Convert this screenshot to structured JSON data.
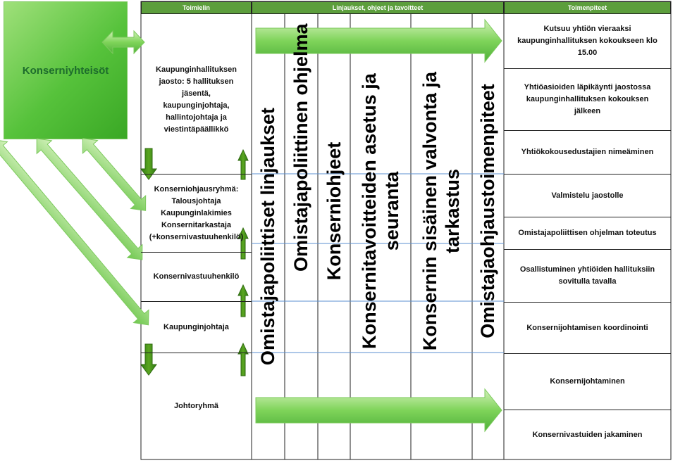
{
  "headers": {
    "toimielin": "Toimielin",
    "linjaukset": "Linjaukset, ohjeet ja tavoitteet",
    "toimenpiteet": "Toimenpiteet"
  },
  "box_label": "Konserniyhteisöt",
  "toimielin": [
    {
      "lines": [
        "Kaupunginhallituksen",
        "jaosto: 5 hallituksen",
        "jäsentä,",
        "kaupunginjohtaja,",
        "hallintojohtaja ja",
        "viestintäpäällikkö"
      ]
    },
    {
      "lines": [
        "Konserniohjausryhmä:",
        "Talousjohtaja",
        "Kaupunginlakimies",
        "Konsernitarkastaja",
        "(+konsernivastuuhenkilö)"
      ]
    },
    {
      "lines": [
        "Konsernivastuuhenkilö"
      ]
    },
    {
      "lines": [
        "Kaupunginjohtaja"
      ]
    },
    {
      "lines": [
        "Johtoryhmä"
      ]
    }
  ],
  "columns": [
    {
      "lines": [
        "Omistajapoliittiset linjaukset"
      ]
    },
    {
      "lines": [
        "Omistajapoliittinen ohjelma"
      ]
    },
    {
      "lines": [
        "Konserniohjeet"
      ]
    },
    {
      "lines": [
        "Konsernitavoitteiden asetus ja",
        "seuranta"
      ]
    },
    {
      "lines": [
        "Konsernin sisäinen valvonta ja",
        "tarkastus"
      ]
    },
    {
      "lines": [
        "Omistajaohjaustoimenpiteet"
      ]
    }
  ],
  "toimenpiteet": [
    {
      "lines": [
        "Kutsuu yhtiön vieraaksi",
        "kaupunginhallituksen kokoukseen klo",
        "15.00"
      ]
    },
    {
      "lines": [
        "Yhtiöasioiden läpikäynti jaostossa",
        "kaupunginhallituksen kokouksen",
        "jälkeen"
      ]
    },
    {
      "lines": [
        "Yhtiökokousedustajien nimeäminen"
      ]
    },
    {
      "lines": [
        "Valmistelu jaostolle"
      ]
    },
    {
      "lines": [
        "Omistajapoliittisen ohjelman toteutus"
      ]
    },
    {
      "lines": [
        "Osallistuminen yhtiöiden hallituksiin",
        "sovitulla tavalla"
      ]
    },
    {
      "lines": [
        "Konsernijohtamisen koordinointi"
      ]
    },
    {
      "lines": [
        "Konsernijohtaminen"
      ]
    },
    {
      "lines": [
        "Konsernivastuiden jakaminen"
      ]
    }
  ]
}
